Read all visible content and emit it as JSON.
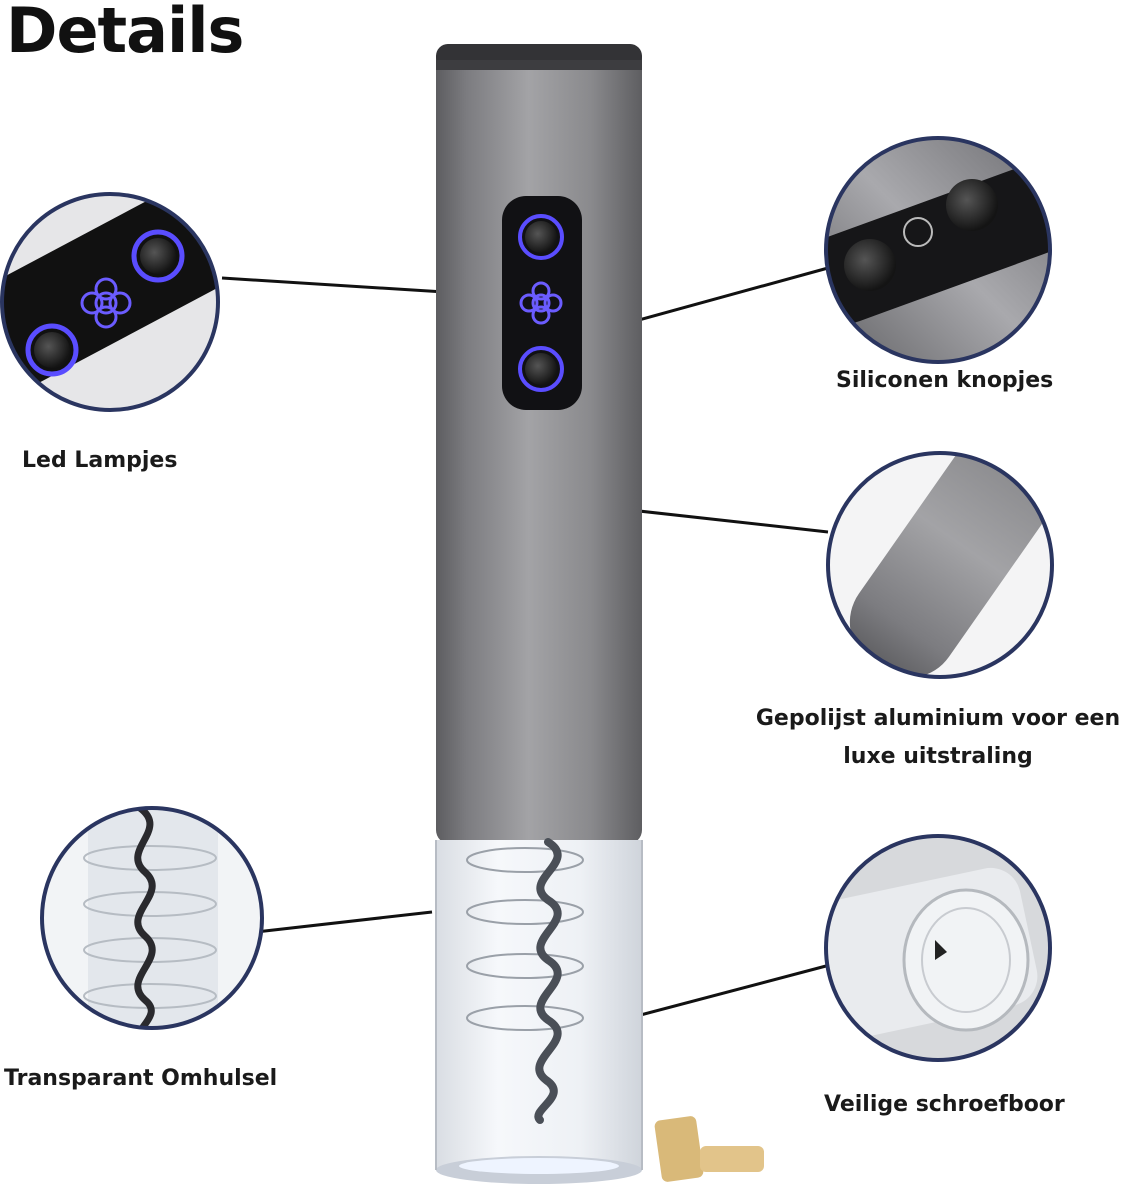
{
  "page": {
    "title": "Details"
  },
  "labels": {
    "led": "Led Lampjes",
    "siliconen": "Siliconen knopjes",
    "gepolijst_line1": "Gepolijst aluminium voor een",
    "gepolijst_line2": "luxe uitstraling",
    "transparant": "Transparant Omhulsel",
    "veilige": "Veilige schroefboor"
  },
  "colors": {
    "body_gray": "#8a8a8c",
    "led_blue": "#5a4dff",
    "circle_ring": "#2a3560"
  }
}
